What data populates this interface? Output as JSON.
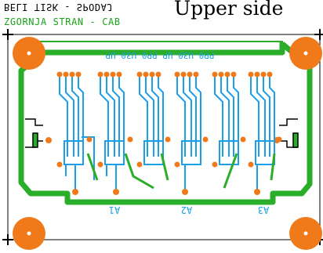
{
  "labels": {
    "top_mirrored": "BELI TISK - SPODAJ",
    "subtitle": "ZGORNJA STRAN - CAB",
    "side": "Upper side",
    "board_mirrored": "PP0-U30-UP PP0-U30-UP"
  },
  "channels": [
    "A1",
    "A2",
    "A3"
  ],
  "colors": {
    "trace": "#1a9fe8",
    "copper_fill": "#2aae2a",
    "pad": "#f07a1a",
    "outline": "#000000"
  }
}
